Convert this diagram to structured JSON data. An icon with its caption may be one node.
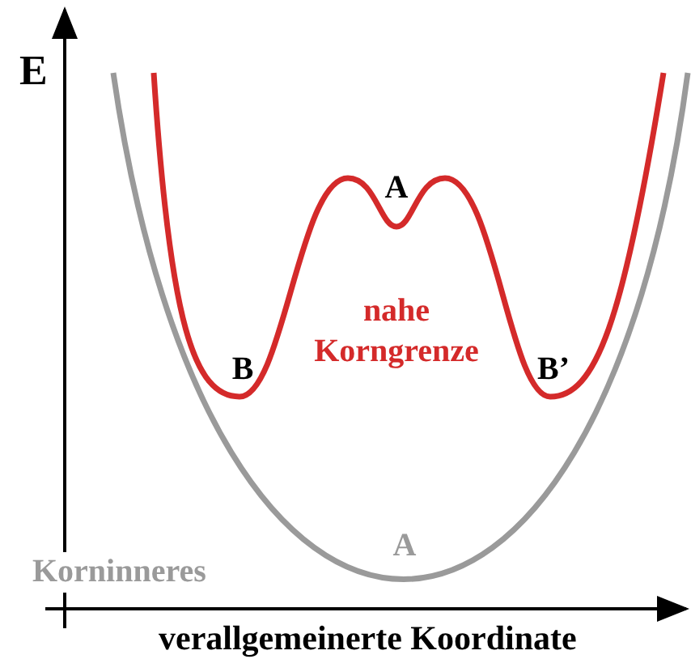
{
  "diagram": {
    "labels": [
      "E",
      "A",
      "B",
      "nahe Korngrenze",
      "B’",
      "A",
      "Korninneres",
      "verallgemeinerte Koordinate"
    ]
  }
}
